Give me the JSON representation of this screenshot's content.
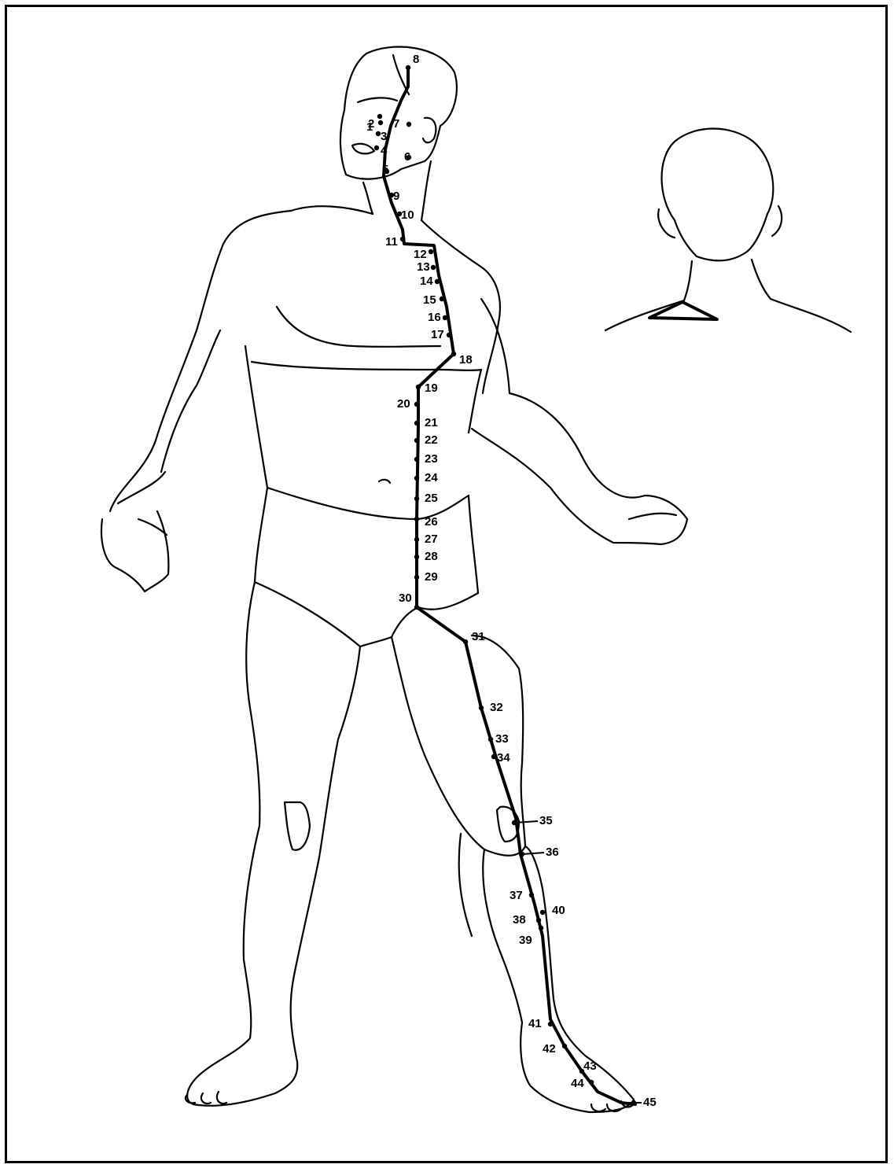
{
  "figure": {
    "view": "anterior",
    "line_color": "#000000",
    "background": "#ffffff"
  },
  "points": [
    {
      "n": "1"
    },
    {
      "n": "2"
    },
    {
      "n": "3"
    },
    {
      "n": "4"
    },
    {
      "n": "5"
    },
    {
      "n": "6"
    },
    {
      "n": "7"
    },
    {
      "n": "8"
    },
    {
      "n": "9"
    },
    {
      "n": "10"
    },
    {
      "n": "11"
    },
    {
      "n": "12"
    },
    {
      "n": "13"
    },
    {
      "n": "14"
    },
    {
      "n": "15"
    },
    {
      "n": "16"
    },
    {
      "n": "17"
    },
    {
      "n": "18"
    },
    {
      "n": "19"
    },
    {
      "n": "20"
    },
    {
      "n": "21"
    },
    {
      "n": "22"
    },
    {
      "n": "23"
    },
    {
      "n": "24"
    },
    {
      "n": "25"
    },
    {
      "n": "26"
    },
    {
      "n": "27"
    },
    {
      "n": "28"
    },
    {
      "n": "29"
    },
    {
      "n": "30"
    },
    {
      "n": "31"
    },
    {
      "n": "32"
    },
    {
      "n": "33"
    },
    {
      "n": "34"
    },
    {
      "n": "35"
    },
    {
      "n": "36"
    },
    {
      "n": "37"
    },
    {
      "n": "38"
    },
    {
      "n": "39"
    },
    {
      "n": "40"
    },
    {
      "n": "41"
    },
    {
      "n": "42"
    },
    {
      "n": "43"
    },
    {
      "n": "44"
    },
    {
      "n": "45"
    }
  ]
}
